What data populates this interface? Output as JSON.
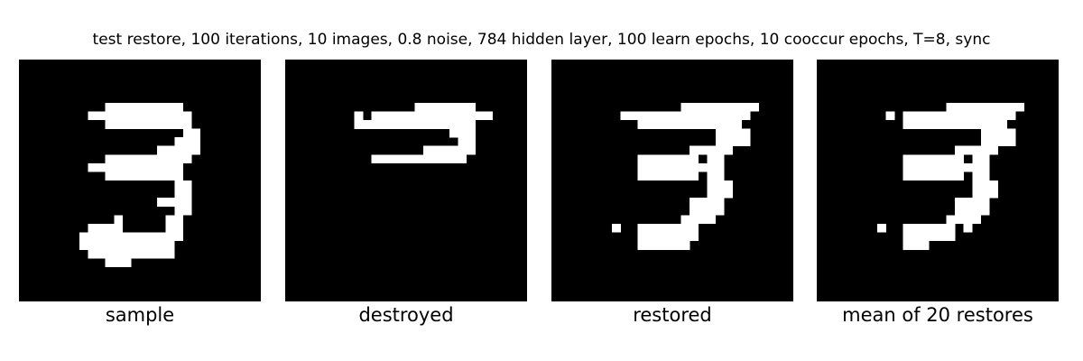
{
  "figure": {
    "title": "test restore, 100 iterations, 10 images, 0.8 noise, 784 hidden layer, 100 learn epochs, 10 cooccur epochs, T=8, sync"
  },
  "image_grid": {
    "width": 28,
    "height": 28
  },
  "colors": {
    "background": "#000000",
    "pixel_on": "#ffffff"
  },
  "panels": [
    {
      "caption": "sample",
      "rows": [
        "............................",
        "............................",
        "............................",
        "............................",
        "............................",
        "..........#####++++.........",
        "........++#########+........",
        "..........######+###........",
        "...................##.......",
        "..................###.......",
        "................#####.......",
        "..........+++++++###........",
        "........########+##.........",
        "..........#######+#.........",
        "..................##........",
        "..................##........",
        "................+###........",
        "..................#+........",
        "...........+.....+#.........",
        "........#+++.....##.........",
        ".......#####+++++##.........",
        ".......########+++..........",
        "........##########..........",
        "..........###...............",
        "............................",
        "............................",
        "............................",
        "............................"
      ]
    },
    {
      "caption": "destroyed",
      "rows": [
        "............................",
        "............................",
        "............................",
        "............................",
        "............................",
        "...............#######......",
        "........#.##############....",
        "........+#############......",
        "...................###......",
        "....................##......",
        "................+#####......",
        "..........###########.......",
        "............................",
        "............................",
        "............................",
        "............................",
        "............................",
        "............................",
        "............................",
        "............................",
        "............................",
        "............................",
        "............................",
        "............................",
        "............................",
        "............................",
        "............................",
        "............................"
      ]
    },
    {
      "caption": "restored",
      "rows": [
        "............................",
        "............................",
        "............................",
        "............................",
        "............................",
        "...............#########....",
        "........###############.....",
        "..........############......",
        "...................####.....",
        "...................####.....",
        "................#####.......",
        "..........#######.##........",
        "..........##########........",
        "..........#######.##........",
        "..................###.......",
        "..................###.......",
        "................####........",
        "................####........",
        "...............####.........",
        ".......#..#######...........",
        "..........#######...........",
        "..........######............",
        "............................",
        "............................",
        "............................",
        "............................",
        "............................",
        "............................"
      ]
    },
    {
      "caption": "mean of 20 restores",
      "rows": [
        "............................",
        "............................",
        "............................",
        "............................",
        "............................",
        "...............#########....",
        "........#.#############.....",
        "..........############......",
        "...................####.....",
        "...................####.....",
        "................#####.......",
        "..........#######.##........",
        "..........##########........",
        "..........#######.##........",
        "..................###.......",
        "..................###.......",
        "................####........",
        "................####........",
        "...............####.........",
        ".......#..######.#..........",
        "..........######............",
        "..........###...............",
        "............................",
        "............................",
        "............................",
        "............................",
        "............................",
        "............................"
      ]
    }
  ]
}
